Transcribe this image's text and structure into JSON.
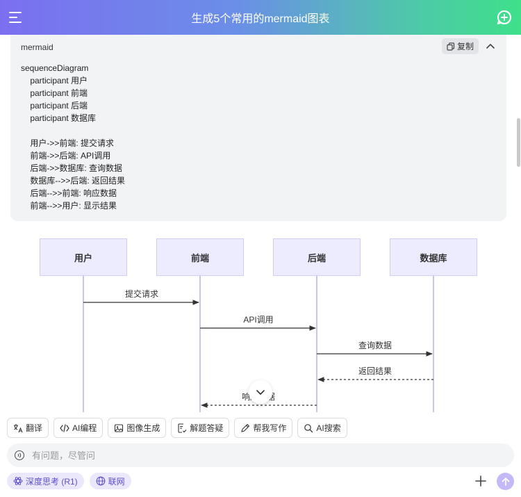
{
  "header": {
    "title": "生成5个常用的mermaid图表"
  },
  "code_block": {
    "language": "mermaid",
    "copy_label": "复制",
    "lines": [
      "sequenceDiagram",
      "    participant 用户",
      "    participant 前端",
      "    participant 后端",
      "    participant 数据库",
      "",
      "    用户->>前端: 提交请求",
      "    前端->>后端: API调用",
      "    后端->>数据库: 查询数据",
      "    数据库-->>后端: 返回结果",
      "    后端-->>前端: 响应数据",
      "    前端-->>用户: 显示结果"
    ]
  },
  "diagram": {
    "actors": [
      "用户",
      "前端",
      "后端",
      "数据库"
    ],
    "messages": [
      {
        "from": 0,
        "to": 1,
        "label": "提交请求",
        "dashed": false
      },
      {
        "from": 1,
        "to": 2,
        "label": "API调用",
        "dashed": false
      },
      {
        "from": 2,
        "to": 3,
        "label": "查询数据",
        "dashed": false
      },
      {
        "from": 3,
        "to": 2,
        "label": "返回结果",
        "dashed": true
      },
      {
        "from": 2,
        "to": 1,
        "label": "响应数据",
        "dashed": true
      }
    ]
  },
  "toolbar": {
    "translate": "翻译",
    "ai_code": "AI编程",
    "image_gen": "图像生成",
    "solve": "解题答疑",
    "write": "帮我写作",
    "ai_search": "AI搜索"
  },
  "input": {
    "placeholder": "有问题，尽管问"
  },
  "bottom": {
    "deep_think": "深度思考 (R1)",
    "web": "联网"
  },
  "colors": {
    "accent": "#5b4fc9",
    "actor_fill": "#ececfe",
    "send": "#c4b8f6"
  }
}
